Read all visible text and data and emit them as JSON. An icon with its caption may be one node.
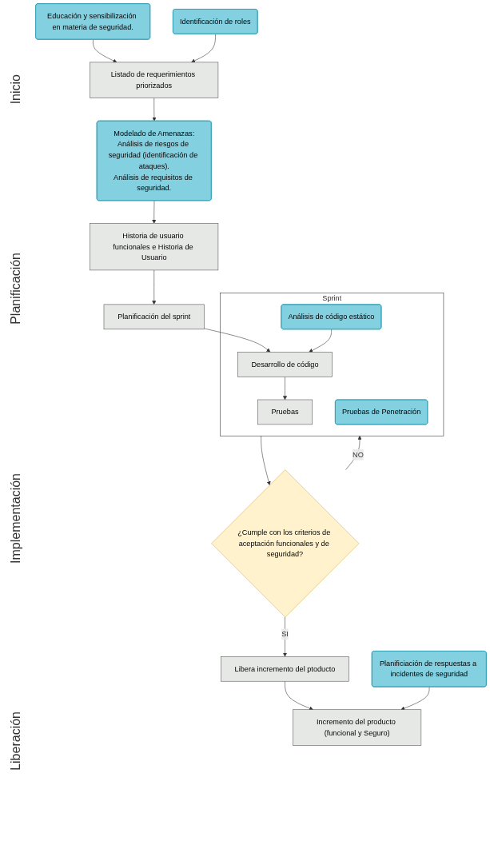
{
  "diagram": {
    "nodes": [
      {
        "text": [
          "Educación y sensibilización en materia de seguridad."
        ]
      },
      {
        "text": [
          "Identificación de roles"
        ]
      },
      {
        "text": [
          "Listado de requerimientos priorizados"
        ]
      },
      {
        "text": [
          "Modelado de Amenazas:",
          "Análisis de riesgos de seguridad (identificación de ataques).",
          "Análisis de requisitos de seguridad."
        ]
      },
      {
        "text": [
          "Historia de usuario funcionales e Historia de Usuario"
        ]
      },
      {
        "text": [
          "Planificación del sprint"
        ]
      },
      {
        "text": [
          "Sprint"
        ]
      },
      {
        "text": [
          "Pruebas"
        ],
        "in": 6
      },
      {
        "text": [
          "Desarrollo de código"
        ],
        "in": 6
      },
      {
        "text": [
          "Pruebas de Penetración"
        ],
        "in": 6
      },
      {
        "text": [
          "Análisis de código estático"
        ],
        "in": 6
      },
      {
        "text": [
          "¿Cumple con los criterios de aceptación funcionales y de seguridad?"
        ]
      },
      {
        "text": [
          "Libera incremento del ptoducto"
        ]
      },
      {
        "text": [
          "Incremento del producto (funcional y Seguro)"
        ]
      },
      {
        "text": [
          "Planificiación de respuestas a incidentes de seguridad"
        ]
      }
    ],
    "edges": [
      {
        "from": 0,
        "to": 2,
        "arrow": "to"
      },
      {
        "from": 1,
        "to": 2,
        "arrow": "to"
      },
      {
        "from": 2,
        "to": 3,
        "arrow": "to"
      },
      {
        "from": 3,
        "to": 4,
        "arrow": "to"
      },
      {
        "from": 4,
        "to": 5,
        "arrow": "to"
      },
      {
        "from": 5,
        "to": 8,
        "arrow": "to"
      },
      {
        "from": 8,
        "to": 7,
        "arrow": "to"
      },
      {
        "from": 10,
        "to": 8,
        "arrow": "to"
      },
      {
        "from": 6,
        "to": 11,
        "arrow": "to"
      },
      {
        "from": 11,
        "to": 6,
        "arrow": "to",
        "label": "NO"
      },
      {
        "from": 11,
        "to": 12,
        "arrow": "to",
        "label": "SI"
      },
      {
        "from": 12,
        "to": 13,
        "arrow": "to"
      },
      {
        "from": 14,
        "to": 13,
        "arrow": "to"
      }
    ],
    "labels": [
      "Inicio",
      "Planificación",
      "Implementación",
      "Liberación"
    ]
  }
}
